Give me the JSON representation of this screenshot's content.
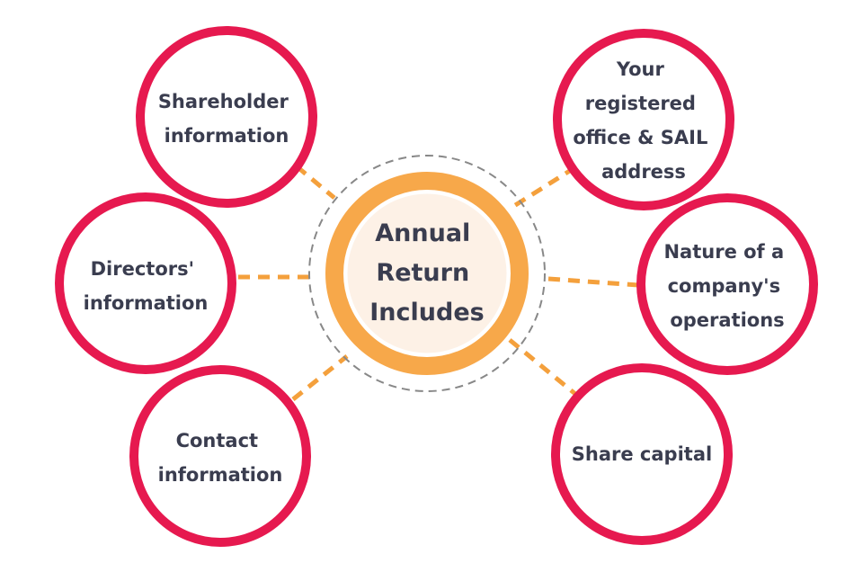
{
  "colors": {
    "node_ring": "#e6194f",
    "connector": "#f4a03c",
    "center_ring": "#f7a84a",
    "center_fill": "#fdf1e6",
    "dashed_ring": "#888888",
    "text": "#3a3d4f"
  },
  "center": {
    "lines": [
      "Annual",
      "Return",
      "Includes"
    ]
  },
  "nodes": [
    {
      "id": "shareholder",
      "lines": [
        "Shareholder",
        "information"
      ]
    },
    {
      "id": "directors",
      "lines": [
        "Directors'",
        "information"
      ]
    },
    {
      "id": "contact",
      "lines": [
        "Contact",
        "information"
      ]
    },
    {
      "id": "registered-office",
      "lines": [
        "Your",
        "registered",
        "office & SAIL",
        "address"
      ]
    },
    {
      "id": "nature-of-operations",
      "lines": [
        "Nature of a",
        "company's",
        "operations"
      ]
    },
    {
      "id": "share-capital",
      "lines": [
        "Share capital"
      ]
    }
  ]
}
